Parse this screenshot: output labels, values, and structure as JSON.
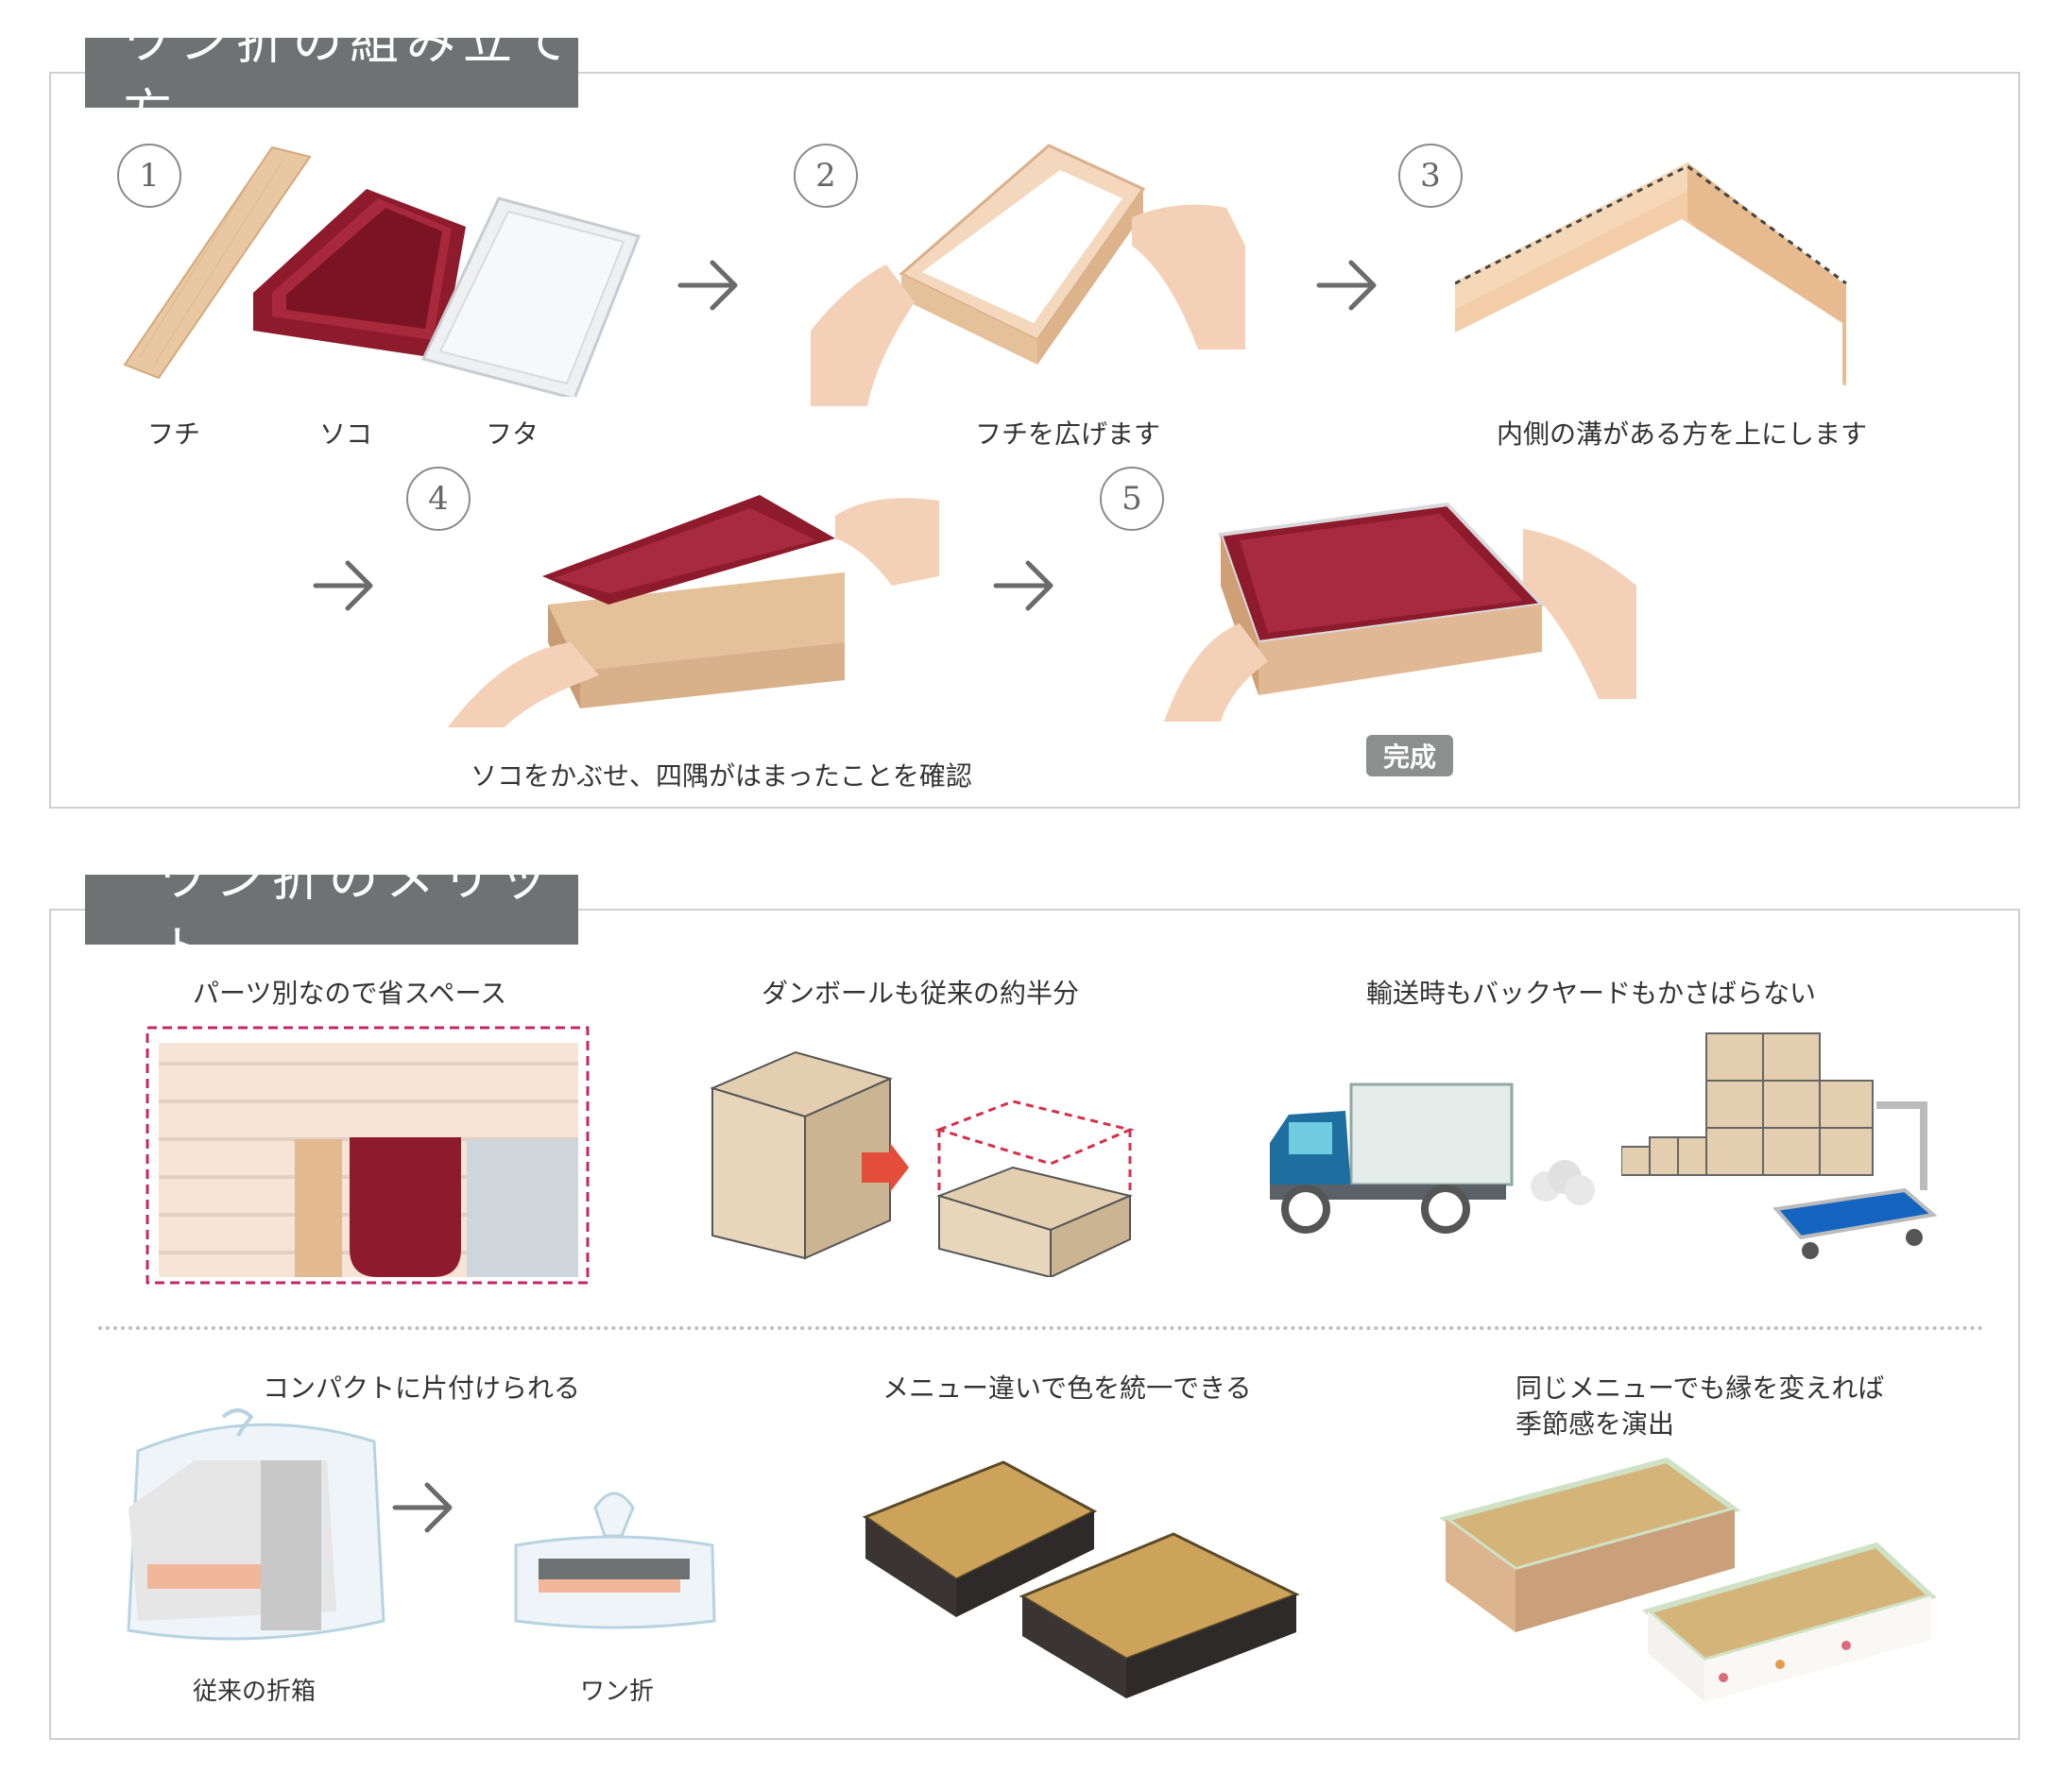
{
  "assembly": {
    "title": "ワン折の組み立て方",
    "steps": [
      {
        "num": "1",
        "labels": [
          "フチ",
          "ソコ",
          "フタ"
        ]
      },
      {
        "num": "2",
        "caption": "フチを広げます"
      },
      {
        "num": "3",
        "caption": "内側の溝がある方を上にします"
      },
      {
        "num": "4",
        "caption": "ソコをかぶせ、四隅がはまったことを確認"
      },
      {
        "num": "5",
        "badge": "完成"
      }
    ]
  },
  "merits": {
    "title": "ワン折のメリット",
    "items": [
      {
        "caption": "パーツ別なので省スペース"
      },
      {
        "caption": "ダンボールも従来の約半分"
      },
      {
        "caption": "輸送時もバックヤードもかさばらない"
      },
      {
        "caption": "コンパクトに片付けられる",
        "sublabels": [
          "従来の折箱",
          "ワン折"
        ]
      },
      {
        "caption": "メニュー違いで色を統一できる"
      },
      {
        "caption_lines": [
          "同じメニューでも縁を変えれば",
          "季節感を演出"
        ]
      }
    ]
  },
  "colors": {
    "title_bg": "#6f7272",
    "border": "#cfcfcf",
    "tray_red": "#8e1b2c",
    "wood": "#e8c9a4",
    "arrow_gray": "#6b6b6b",
    "dashed_red": "#d62f4a",
    "dashed_pink": "#c2266b"
  },
  "icons": [
    "arrow-right-icon",
    "truck-icon",
    "cardboard-box-icon",
    "hand-cart-icon",
    "plastic-bag-icon"
  ]
}
